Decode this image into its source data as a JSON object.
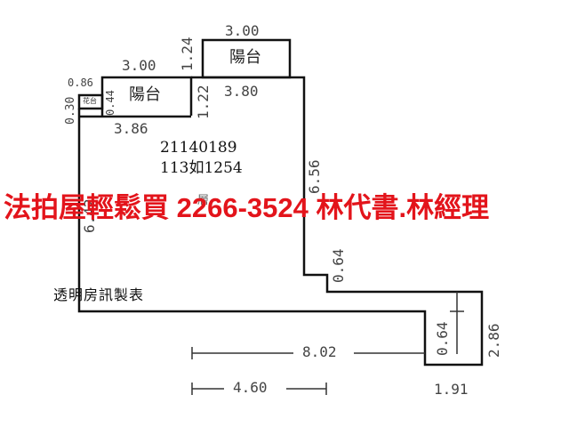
{
  "plan": {
    "case_id": "21140189",
    "case_number": "113如1254",
    "credit": "透明房訊製表",
    "floor_label": "層",
    "rooms": [
      {
        "name": "balcony-upper",
        "label": "陽台"
      },
      {
        "name": "balcony-left",
        "label": "陽台"
      },
      {
        "name": "flower-bed",
        "label": "花台"
      }
    ],
    "dimensions": {
      "upper_balcony_width": "3.00",
      "upper_balcony_depth": "1.24",
      "left_balcony_width": "3.00",
      "left_balcony_depth_inner": "1.22",
      "flower_bed_width": "0.86",
      "flower_bed_depth": "0.30",
      "flower_bed_inner": "0.44",
      "main_top_right": "3.80",
      "main_top_left": "3.86",
      "right_wall": "6.56",
      "left_wall": "6.42",
      "step": "0.64",
      "annex_depth": "0.64",
      "annex_height": "2.86",
      "annex_width": "1.91",
      "total_width": "8.02",
      "partial_width": "4.60"
    }
  },
  "overlay": {
    "ad_text": "法拍屋輕鬆買 2266-3524  林代書.林經理",
    "color": "#e3141b"
  }
}
